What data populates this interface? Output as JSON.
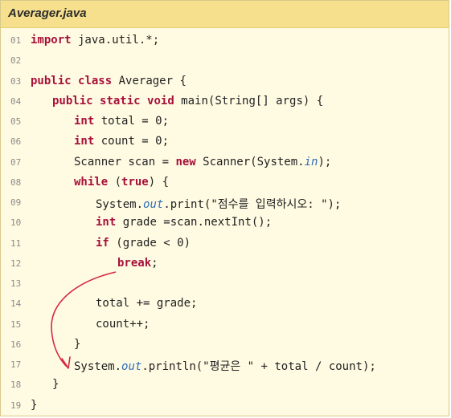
{
  "file_title": "Averager.java",
  "lines": [
    {
      "num": "01",
      "parts": [
        "import",
        " java.util.*;"
      ]
    },
    {
      "num": "02",
      "parts": []
    },
    {
      "num": "03",
      "parts": [
        "public",
        " ",
        "class",
        " Averager {"
      ]
    },
    {
      "num": "04",
      "parts": [
        "public",
        " ",
        "static",
        " ",
        "void",
        " main(String[] args) {"
      ]
    },
    {
      "num": "05",
      "parts": [
        "int",
        " total = 0;"
      ]
    },
    {
      "num": "06",
      "parts": [
        "int",
        " count = 0;"
      ]
    },
    {
      "num": "07",
      "parts": [
        "Scanner scan = ",
        "new",
        " Scanner(System.",
        "in",
        ");"
      ]
    },
    {
      "num": "08",
      "parts": [
        "while",
        " (",
        "true",
        ") {"
      ]
    },
    {
      "num": "09",
      "parts": [
        "System.",
        "out",
        ".print(\"점수를 입력하시오: \");"
      ]
    },
    {
      "num": "10",
      "parts": [
        "int",
        " grade =scan.nextInt();"
      ]
    },
    {
      "num": "11",
      "parts": [
        "if",
        " (grade < 0)"
      ]
    },
    {
      "num": "12",
      "parts": [
        "break",
        ";"
      ]
    },
    {
      "num": "13",
      "parts": []
    },
    {
      "num": "14",
      "parts": [
        "total += grade;"
      ]
    },
    {
      "num": "15",
      "parts": [
        "count++;"
      ]
    },
    {
      "num": "16",
      "parts": [
        "}"
      ]
    },
    {
      "num": "17",
      "parts": [
        "System.",
        "out",
        ".println(\"평균은 \" + total / count);"
      ]
    },
    {
      "num": "18",
      "parts": [
        "}"
      ]
    },
    {
      "num": "19",
      "parts": [
        "}"
      ]
    }
  ],
  "colors": {
    "title_bar": "#f6e08d",
    "code_background": "#fffbe3",
    "keyword": "#a6103a",
    "static_member": "#2f6db5",
    "arrow": "#d6283f"
  },
  "icons": [
    "break-flow-arrow-icon"
  ]
}
